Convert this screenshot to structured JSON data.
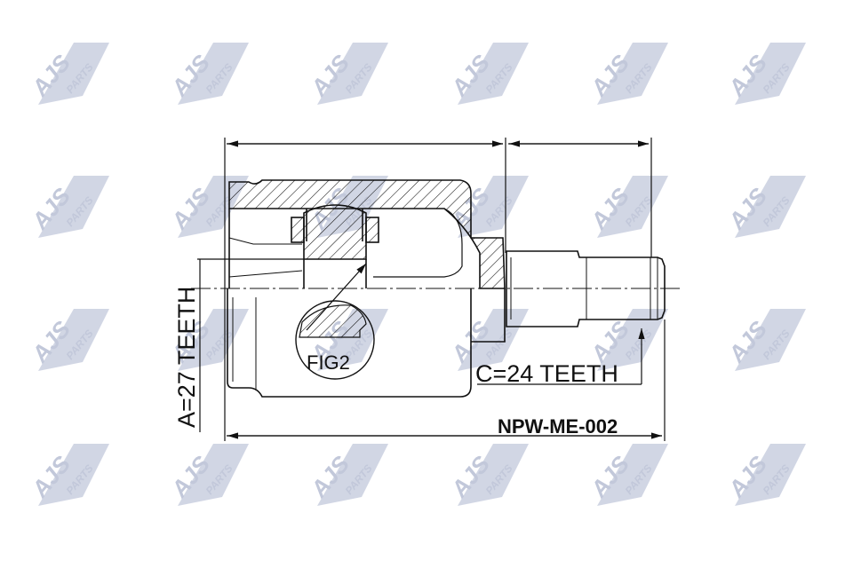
{
  "watermark": {
    "brand": "AJS",
    "suffix": "PARTS",
    "color": "#c5cbdc"
  },
  "drawing": {
    "label_a": "A=27 TEETH",
    "label_c": "C=24 TEETH",
    "label_fig": "FIG2",
    "part_number": "NPW-ME-002",
    "line_color": "#111111"
  }
}
